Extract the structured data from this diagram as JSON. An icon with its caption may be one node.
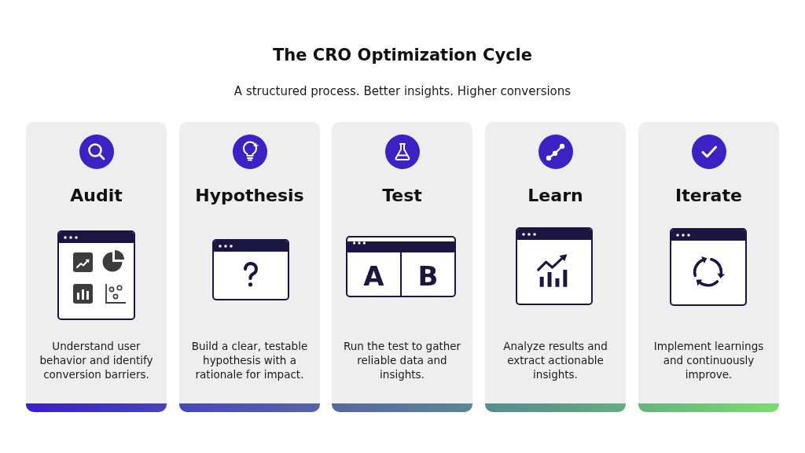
{
  "diagram": {
    "title": "The CRO Optimization Cycle",
    "nodes": [
      {
        "text": [
          "Audit",
          "Understand user behavior and identify conversion barriers."
        ]
      },
      {
        "text": [
          "Hypothesis",
          "Build a clear, testable hypothesis with a rationale for impact."
        ]
      },
      {
        "text": [
          "Test",
          "Run the test to gather reliable data and insights."
        ]
      },
      {
        "text": [
          "Learn",
          "Analyze results and extract actionable insights."
        ]
      },
      {
        "text": [
          "Iterate",
          "Implement learnings and continuously improve."
        ]
      }
    ],
    "labels": [
      "A structured process. Better insights. Higher conversions",
      "A",
      "B"
    ]
  }
}
